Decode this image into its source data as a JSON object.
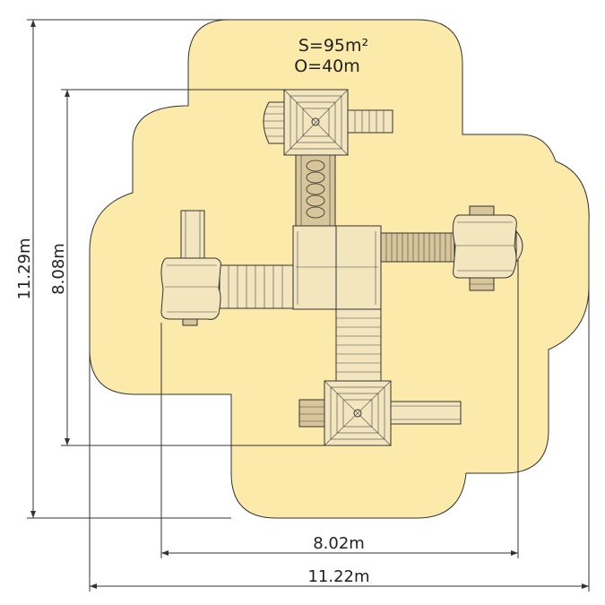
{
  "area": {
    "surface": "S=95m²",
    "perimeter": "O=40m"
  },
  "dimensions": {
    "outer_height": "11.29m",
    "inner_height": "8.08m",
    "inner_width": "8.02m",
    "outer_width": "11.22m"
  },
  "colors": {
    "safety_zone": "#fbeaaa",
    "structure": "#f3e6bf",
    "structure_dark": "#d9c59a",
    "line": "#333333"
  }
}
